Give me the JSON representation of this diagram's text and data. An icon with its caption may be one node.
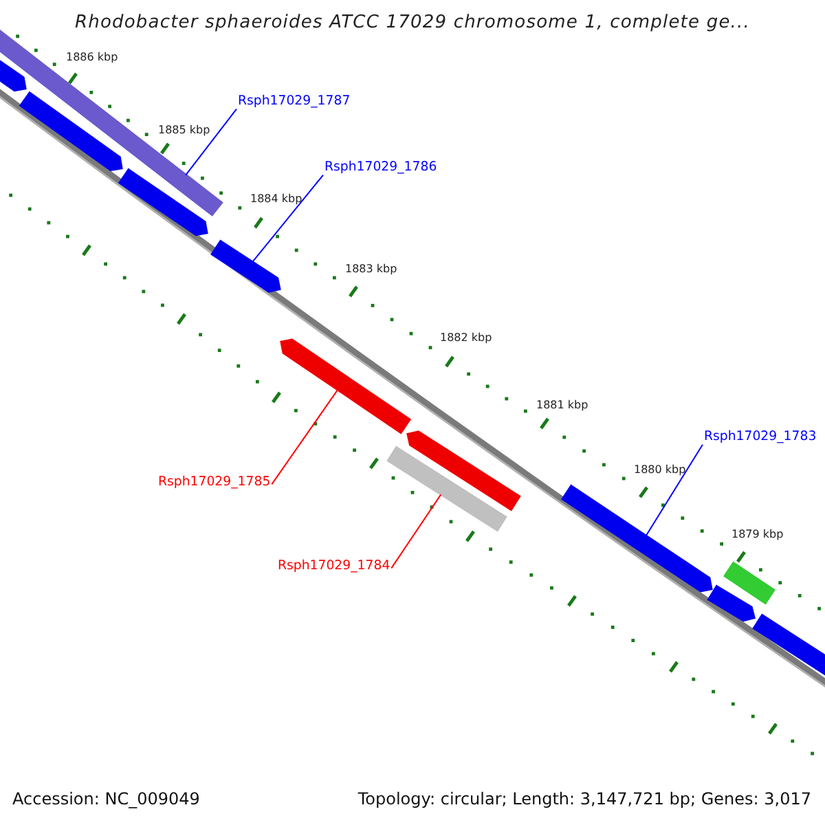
{
  "diagram": {
    "title": "Rhodobacter sphaeroides ATCC 17029 chromosome 1, complete ge...",
    "nodes": [
      {
        "text": [
          "Rsph17029_1787"
        ]
      },
      {
        "text": [],
        "shape": "bar"
      },
      {
        "text": [],
        "shape": "bar"
      },
      {
        "text": [],
        "shape": "bar"
      },
      {
        "text": [],
        "shape": "bar"
      },
      {
        "text": [
          "Rsph17029_1786"
        ]
      },
      {
        "text": [],
        "shape": "bar"
      },
      {
        "text": [
          "Rsph17029_1785"
        ]
      },
      {
        "text": [],
        "shape": "bar"
      },
      {
        "text": [],
        "shape": "bar"
      },
      {
        "text": [
          "Rsph17029_1784"
        ]
      },
      {
        "text": [],
        "shape": "bar"
      },
      {
        "text": [
          "Rsph17029_1783"
        ]
      },
      {
        "text": [],
        "shape": "bar"
      },
      {
        "text": [],
        "shape": "bar"
      },
      {
        "text": [],
        "shape": "bar"
      },
      {
        "text": [],
        "shape": "bar"
      }
    ],
    "edges": [
      {
        "from": 0,
        "to": 1,
        "arrow": "none"
      },
      {
        "from": 5,
        "to": 6,
        "arrow": "none"
      },
      {
        "from": 7,
        "to": 8,
        "arrow": "none",
        "color": "#ff0000"
      },
      {
        "from": 10,
        "to": 11,
        "arrow": "none",
        "color": "#ff0000"
      },
      {
        "from": 12,
        "to": 13,
        "arrow": "none"
      }
    ],
    "labels": [
      "1886 kbp",
      "1885 kbp",
      "1884 kbp",
      "1883 kbp",
      "1882 kbp",
      "1881 kbp",
      "1880 kbp",
      "1879 kbp",
      "Accession: NC_009049",
      "Topology: circular; Length: 3,147,721 bp; Genes: 3,017"
    ]
  }
}
